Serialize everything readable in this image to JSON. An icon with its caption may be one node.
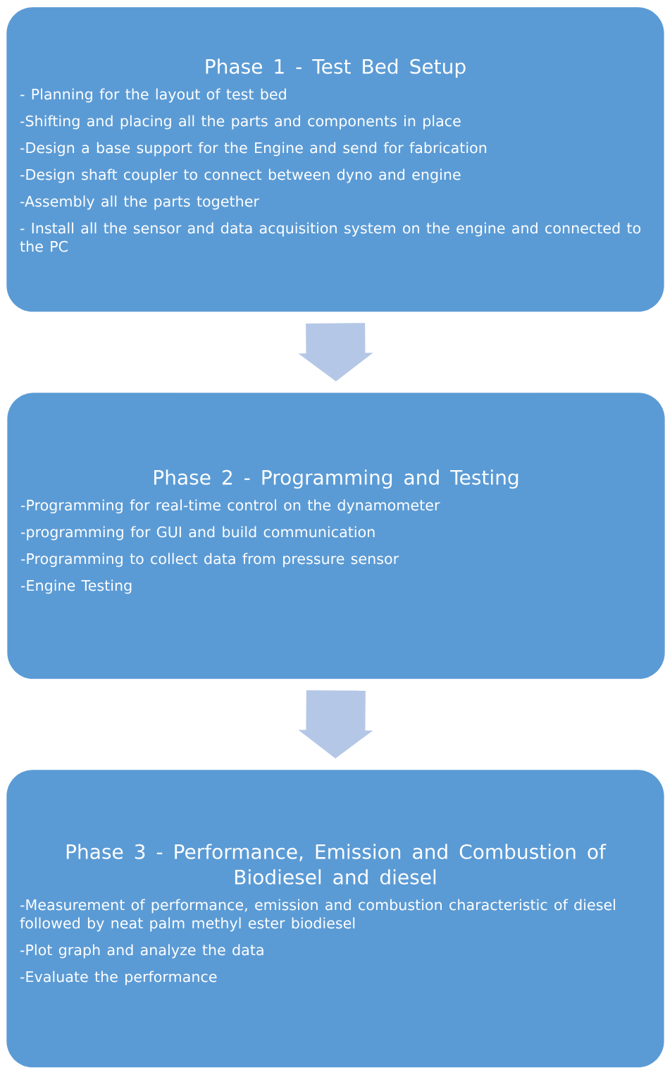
{
  "diagram": {
    "nodes": [
      {
        "text": [
          "Phase 1 - Test Bed Setup",
          "- Planning for the layout of test bed",
          "-Shifting and placing all the parts and components in place",
          "-Design a base support for the Engine and send for fabrication",
          "-Design shaft coupler to connect between dyno and engine",
          "-Assembly all the parts together",
          "- Install all the sensor and data acquisition system on the engine and connected to the PC"
        ]
      },
      {
        "text": [
          "Phase 2 - Programming and Testing",
          "-Programming for real-time control on the dynamometer",
          "-programming for GUI and build communication",
          "-Programming to collect data from pressure sensor",
          "-Engine Testing"
        ]
      },
      {
        "text": [
          "Phase 3 - Performance, Emission and Combustion of Biodiesel and diesel",
          "-Measurement of performance, emission and combustion characteristic of diesel followed by neat palm methyl ester biodiesel",
          "-Plot graph and analyze the data",
          "-Evaluate the performance"
        ]
      }
    ],
    "edges": [
      {
        "from": 0,
        "to": 1,
        "arrow": "to"
      },
      {
        "from": 1,
        "to": 2,
        "arrow": "to"
      }
    ]
  }
}
